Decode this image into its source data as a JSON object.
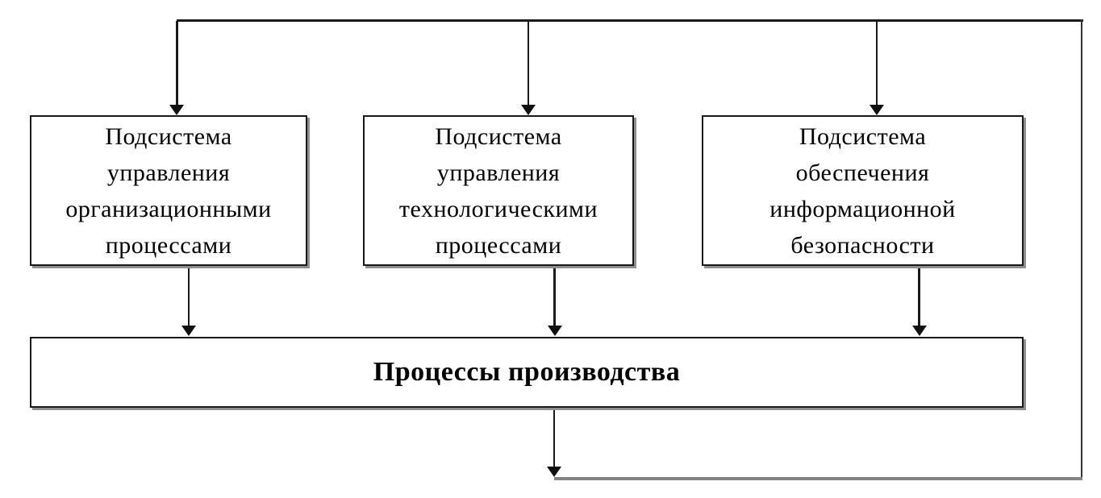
{
  "boxes": [
    {
      "name": "org",
      "lines": [
        "Подсистема",
        "управления",
        "организационными",
        "процессами"
      ]
    },
    {
      "name": "tech",
      "lines": [
        "Подсистема",
        "управления",
        "технологическими",
        "процессами"
      ]
    },
    {
      "name": "infosec",
      "lines": [
        "Подсистема",
        "обеспечения",
        "информационной",
        "безопасности"
      ]
    }
  ],
  "bottom_box": {
    "label": "Процессы производства"
  },
  "colors": {
    "line_black": "#1a1a1a",
    "feedback_gray": "#858585",
    "shadow_gray": "#8f8f8f",
    "background": "#ffffff",
    "text": "#000000"
  }
}
